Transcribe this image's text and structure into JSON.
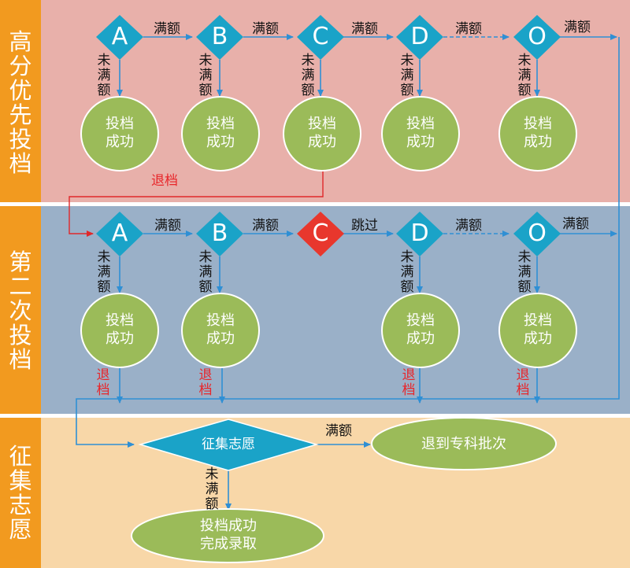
{
  "sections": {
    "high_score": "高分优先投档",
    "second_round": "第二次投档",
    "solicitation": "征集志愿"
  },
  "colors": {
    "section_bar": "#f29a1f",
    "zone_high": "#e8b0aa",
    "zone_second": "#9ab0c8",
    "zone_solicit": "#f8d7a8",
    "diamond": "#1aa3c8",
    "diamond_skipped": "#e8372d",
    "success_ellipse": "#9bbb59",
    "arrow": "#2f8fd4",
    "fail_line": "#e0282a"
  },
  "icons": [
    "diamond-shape",
    "ellipse-shape",
    "arrow-connector"
  ],
  "labels": {
    "full": "满额",
    "not_full": "未满额",
    "withdraw": "退档",
    "skip": "跳过",
    "success": "投档成功",
    "success_line1": "投档",
    "success_line2": "成功"
  },
  "round1": {
    "schools": [
      "A",
      "B",
      "C",
      "D",
      "O"
    ]
  },
  "round2": {
    "schools": [
      "A",
      "B",
      "C",
      "D",
      "O"
    ],
    "skipped_school": "C"
  },
  "solicit": {
    "decision": "征集志愿",
    "full_label": "满额",
    "full_outcome": "退到专科批次",
    "not_full_label": "未满额",
    "final_line1": "投档成功",
    "final_line2": "完成录取"
  }
}
